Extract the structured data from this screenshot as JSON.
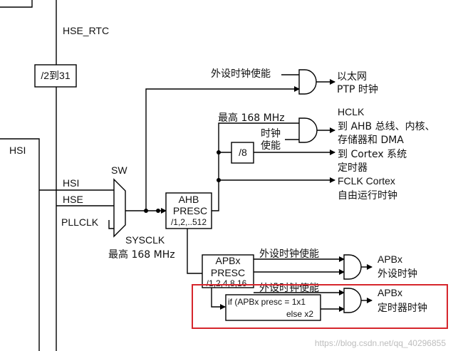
{
  "signals": {
    "hse_rtc": "HSE_RTC",
    "div_2_31": "/2到31",
    "hsi_left": "HSI",
    "hsi": "HSI",
    "hse": "HSE",
    "pllclk": "PLLCLK",
    "sw": "SW",
    "sysclk": "SYSCLK",
    "sysclk_max": "最高 168 MHz"
  },
  "ahb": {
    "title": "AHB",
    "sub": "PRESC",
    "values": "/1,2,..512"
  },
  "ahb_out": {
    "max": "最高 168 MHz",
    "clk_en_1": "时钟",
    "clk_en_2": "使能",
    "div8": "/8"
  },
  "eth": {
    "enable": "外设时钟使能",
    "out1": "以太网",
    "out2": "PTP 时钟"
  },
  "hclk": {
    "title": "HCLK",
    "line1": "到 AHB 总线、内核、",
    "line2": "存储器和 DMA"
  },
  "cortex": {
    "line1": "到 Cortex 系统",
    "line2": "定时器"
  },
  "fclk": {
    "line1": "FCLK Cortex",
    "line2": "自由运行时钟"
  },
  "apb": {
    "title": "APBx",
    "sub": "PRESC",
    "values": "/1,2,4,8,16",
    "enable": "外设时钟使能",
    "out_title": "APBx",
    "out_sub": "外设时钟"
  },
  "timer": {
    "enable": "外设时钟使能",
    "cond1": "if (APBx presc = 1x1",
    "cond2": "else x2",
    "out_title": "APBx",
    "out_sub": "定时器时钟"
  },
  "watermark": "https://blog.csdn.net/qq_40296855",
  "colors": {
    "highlight": "#d6262c",
    "line": "#000000",
    "watermark": "#bdbdbd"
  }
}
